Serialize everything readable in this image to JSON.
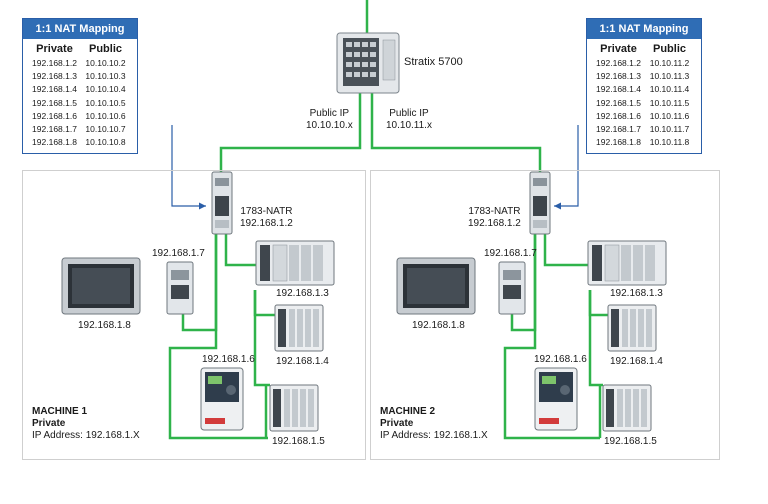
{
  "switch": {
    "name": "Stratix 5700"
  },
  "public_ips": [
    {
      "label": "Public IP",
      "subnet": "10.10.10.x"
    },
    {
      "label": "Public IP",
      "subnet": "10.10.11.x"
    }
  ],
  "nat_tables": [
    {
      "title": "1:1 NAT Mapping",
      "header_private": "Private",
      "header_public": "Public",
      "rows": [
        {
          "private": "192.168.1.2",
          "public": "10.10.10.2"
        },
        {
          "private": "192.168.1.3",
          "public": "10.10.10.3"
        },
        {
          "private": "192.168.1.4",
          "public": "10.10.10.4"
        },
        {
          "private": "192.168.1.5",
          "public": "10.10.10.5"
        },
        {
          "private": "192.168.1.6",
          "public": "10.10.10.6"
        },
        {
          "private": "192.168.1.7",
          "public": "10.10.10.7"
        },
        {
          "private": "192.168.1.8",
          "public": "10.10.10.8"
        }
      ]
    },
    {
      "title": "1:1 NAT Mapping",
      "header_private": "Private",
      "header_public": "Public",
      "rows": [
        {
          "private": "192.168.1.2",
          "public": "10.10.11.2"
        },
        {
          "private": "192.168.1.3",
          "public": "10.10.11.3"
        },
        {
          "private": "192.168.1.4",
          "public": "10.10.11.4"
        },
        {
          "private": "192.168.1.5",
          "public": "10.10.11.5"
        },
        {
          "private": "192.168.1.6",
          "public": "10.10.11.6"
        },
        {
          "private": "192.168.1.7",
          "public": "10.10.11.7"
        },
        {
          "private": "192.168.1.8",
          "public": "10.10.11.8"
        }
      ]
    }
  ],
  "machines": [
    {
      "name": "MACHINE 1",
      "network": "Private",
      "ip_text": "IP Address: 192.168.1.X",
      "natr_name": "1783-NATR",
      "natr_ip": "192.168.1.2",
      "switch_ip": "192.168.1.7",
      "hmi_ip": "192.168.1.8",
      "plc_ip": "192.168.1.3",
      "io1_ip": "192.168.1.4",
      "drive_ip": "192.168.1.6",
      "io2_ip": "192.168.1.5"
    },
    {
      "name": "MACHINE 2",
      "network": "Private",
      "ip_text": "IP Address: 192.168.1.X",
      "natr_name": "1783-NATR",
      "natr_ip": "192.168.1.2",
      "switch_ip": "192.168.1.7",
      "hmi_ip": "192.168.1.8",
      "plc_ip": "192.168.1.3",
      "io1_ip": "192.168.1.4",
      "drive_ip": "192.168.1.6",
      "io2_ip": "192.168.1.5"
    }
  ],
  "colors": {
    "ethernet": "#2fb34a",
    "mapping_arrow": "#2a5ea8",
    "nat_header": "#2f6db5"
  }
}
